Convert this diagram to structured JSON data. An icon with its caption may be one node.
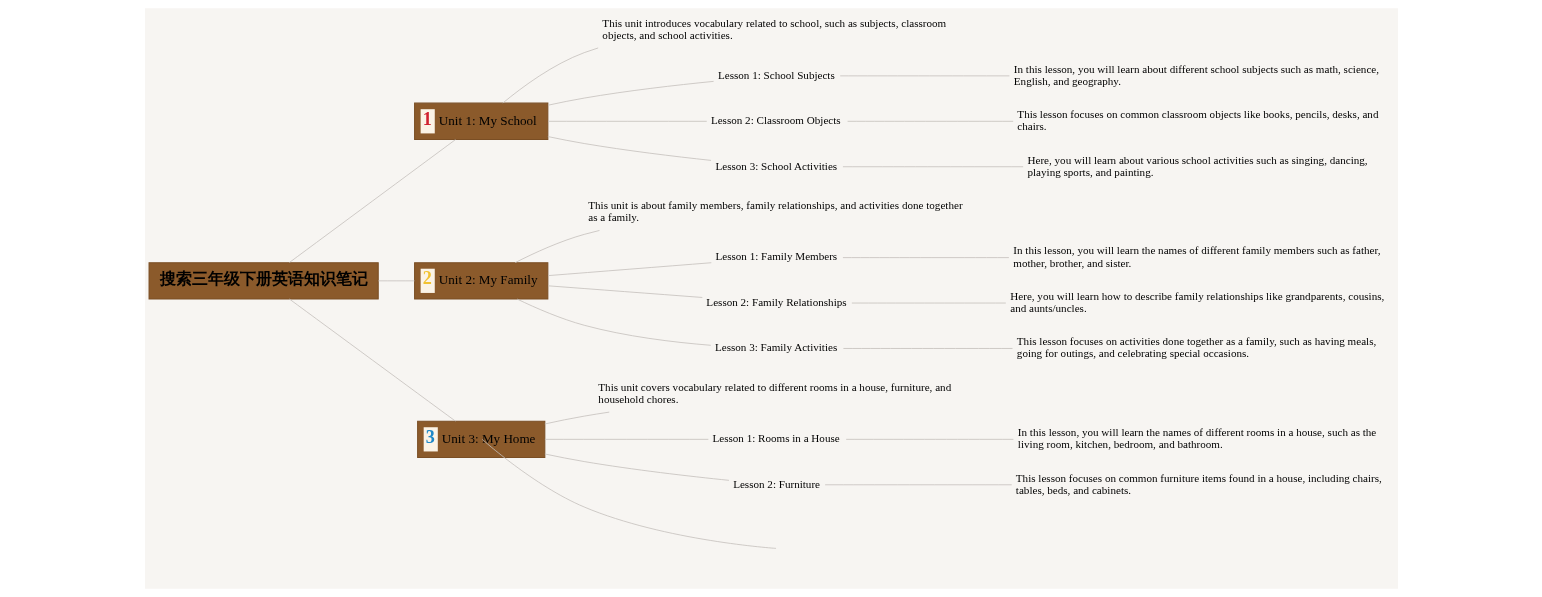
{
  "diagram": {
    "nodes": [
      {
        "text": [
          "搜索三年级下册英语知识笔记"
        ]
      },
      {
        "text": [
          "1",
          "Unit 1: My School"
        ]
      },
      {
        "text": [
          "This unit introduces vocabulary related to school, such as subjects, classroom objects, and school activities."
        ]
      },
      {
        "text": [
          "Lesson 1: School Subjects"
        ]
      },
      {
        "text": [
          "In this lesson, you will learn about different school subjects such as math, science, English, and geography."
        ]
      },
      {
        "text": [
          "Lesson 2: Classroom Objects"
        ]
      },
      {
        "text": [
          "This lesson focuses on common classroom objects like books, pencils, desks, and chairs."
        ]
      },
      {
        "text": [
          "Lesson 3: School Activities"
        ]
      },
      {
        "text": [
          "Here, you will learn about various school activities such as singing, dancing, playing sports, and painting."
        ]
      },
      {
        "text": [
          "2",
          "Unit 2: My Family"
        ]
      },
      {
        "text": [
          "This unit is about family members, family relationships, and activities done together as a family."
        ]
      },
      {
        "text": [
          "Lesson 1: Family Members"
        ]
      },
      {
        "text": [
          "In this lesson, you will learn the names of different family members such as father, mother, brother, and sister."
        ]
      },
      {
        "text": [
          "Lesson 2: Family Relationships"
        ]
      },
      {
        "text": [
          "Here, you will learn how to describe family relationships like grandparents, cousins, and aunts/uncles."
        ]
      },
      {
        "text": [
          "Lesson 3: Family Activities"
        ]
      },
      {
        "text": [
          "This lesson focuses on activities done together as a family, such as having meals, going for outings, and celebrating special occasions."
        ]
      },
      {
        "text": [
          "3",
          "Unit 3: My Home"
        ]
      },
      {
        "text": [
          "This unit covers vocabulary related to different rooms in a house, furniture, and household chores."
        ]
      },
      {
        "text": [
          "Lesson 1: Rooms in a House"
        ]
      },
      {
        "text": [
          "In this lesson, you will learn the names of different rooms in a house, such as the living room, kitchen, bedroom, and bathroom."
        ]
      },
      {
        "text": [
          "Lesson 2: Furniture"
        ]
      },
      {
        "text": [
          "This lesson focuses on common furniture items found in a house, including chairs, tables, beds, and cabinets."
        ]
      }
    ],
    "edges": [
      {
        "from": 0,
        "to": 1,
        "arrow": "none"
      },
      {
        "from": 1,
        "to": 2,
        "arrow": "none"
      },
      {
        "from": 1,
        "to": 3,
        "arrow": "none"
      },
      {
        "from": 3,
        "to": 4,
        "arrow": "none"
      },
      {
        "from": 1,
        "to": 5,
        "arrow": "none"
      },
      {
        "from": 5,
        "to": 6,
        "arrow": "none"
      },
      {
        "from": 1,
        "to": 7,
        "arrow": "none"
      },
      {
        "from": 7,
        "to": 8,
        "arrow": "none"
      },
      {
        "from": 0,
        "to": 9,
        "arrow": "none"
      },
      {
        "from": 9,
        "to": 10,
        "arrow": "none"
      },
      {
        "from": 9,
        "to": 11,
        "arrow": "none"
      },
      {
        "from": 11,
        "to": 12,
        "arrow": "none"
      },
      {
        "from": 9,
        "to": 13,
        "arrow": "none"
      },
      {
        "from": 13,
        "to": 14,
        "arrow": "none"
      },
      {
        "from": 9,
        "to": 15,
        "arrow": "none"
      },
      {
        "from": 15,
        "to": 16,
        "arrow": "none"
      },
      {
        "from": 0,
        "to": 17,
        "arrow": "none"
      },
      {
        "from": 17,
        "to": 18,
        "arrow": "none"
      },
      {
        "from": 17,
        "to": 19,
        "arrow": "none"
      },
      {
        "from": 19,
        "to": 20,
        "arrow": "none"
      },
      {
        "from": 17,
        "to": 21,
        "arrow": "none"
      },
      {
        "from": 21,
        "to": 22,
        "arrow": "none"
      },
      {
        "from": 17,
        "to": null,
        "arrow": "none"
      }
    ]
  }
}
